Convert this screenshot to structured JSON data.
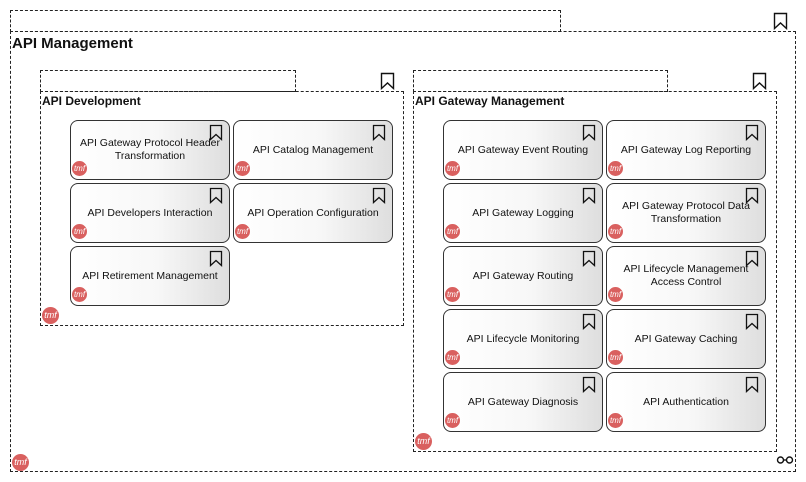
{
  "groups": {
    "management": {
      "title": "API Management",
      "badge": "tmf"
    },
    "development": {
      "title": "API Development",
      "badge": "tmf"
    },
    "gateway": {
      "title": "API Gateway Management",
      "badge": "tmf"
    }
  },
  "development_items": [
    {
      "label": "API Gateway Protocol Header Transformation",
      "badge": "tmf"
    },
    {
      "label": "API Catalog Management",
      "badge": "tmf"
    },
    {
      "label": "API Developers Interaction",
      "badge": "tmf"
    },
    {
      "label": "API Operation Configuration",
      "badge": "tmf"
    },
    {
      "label": "API Retirement Management",
      "badge": "tmf"
    }
  ],
  "gateway_items": [
    {
      "label": "API Gateway Event Routing",
      "badge": "tmf"
    },
    {
      "label": "API Gateway Log Reporting",
      "badge": "tmf"
    },
    {
      "label": "API Gateway Logging",
      "badge": "tmf"
    },
    {
      "label": "API Gateway Protocol Data Transformation",
      "badge": "tmf"
    },
    {
      "label": "API Gateway Routing",
      "badge": "tmf"
    },
    {
      "label": "API Lifecycle Management Access Control",
      "badge": "tmf"
    },
    {
      "label": "API Lifecycle Monitoring",
      "badge": "tmf"
    },
    {
      "label": "API Gateway Caching",
      "badge": "tmf"
    },
    {
      "label": "API Gateway Diagnosis",
      "badge": "tmf"
    },
    {
      "label": "API Authentication",
      "badge": "tmf"
    }
  ],
  "icons": {
    "bookmark": "bookmark-icon",
    "link": "chain-link-icon"
  },
  "colors": {
    "badge": "#d9605f",
    "border": "#222222"
  }
}
